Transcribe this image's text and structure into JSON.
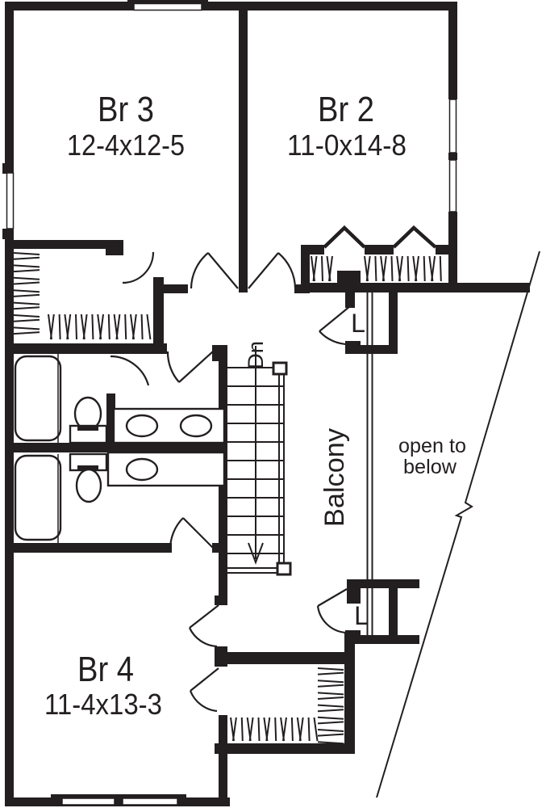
{
  "plan": {
    "rooms": {
      "br3": {
        "name": "Br 3",
        "dims": "12-4x12-5"
      },
      "br2": {
        "name": "Br 2",
        "dims": "11-0x14-8"
      },
      "br4": {
        "name": "Br 4",
        "dims": "11-4x13-3"
      },
      "balcony": {
        "name": "Balcony"
      },
      "open_below": {
        "line1": "open to",
        "line2": "below"
      },
      "linen_upper": {
        "abbr": "L"
      },
      "linen_lower": {
        "abbr": "L"
      },
      "stair": {
        "direction": "Dn"
      }
    },
    "colors": {
      "ink": "#231f20",
      "paper": "#ffffff"
    }
  }
}
